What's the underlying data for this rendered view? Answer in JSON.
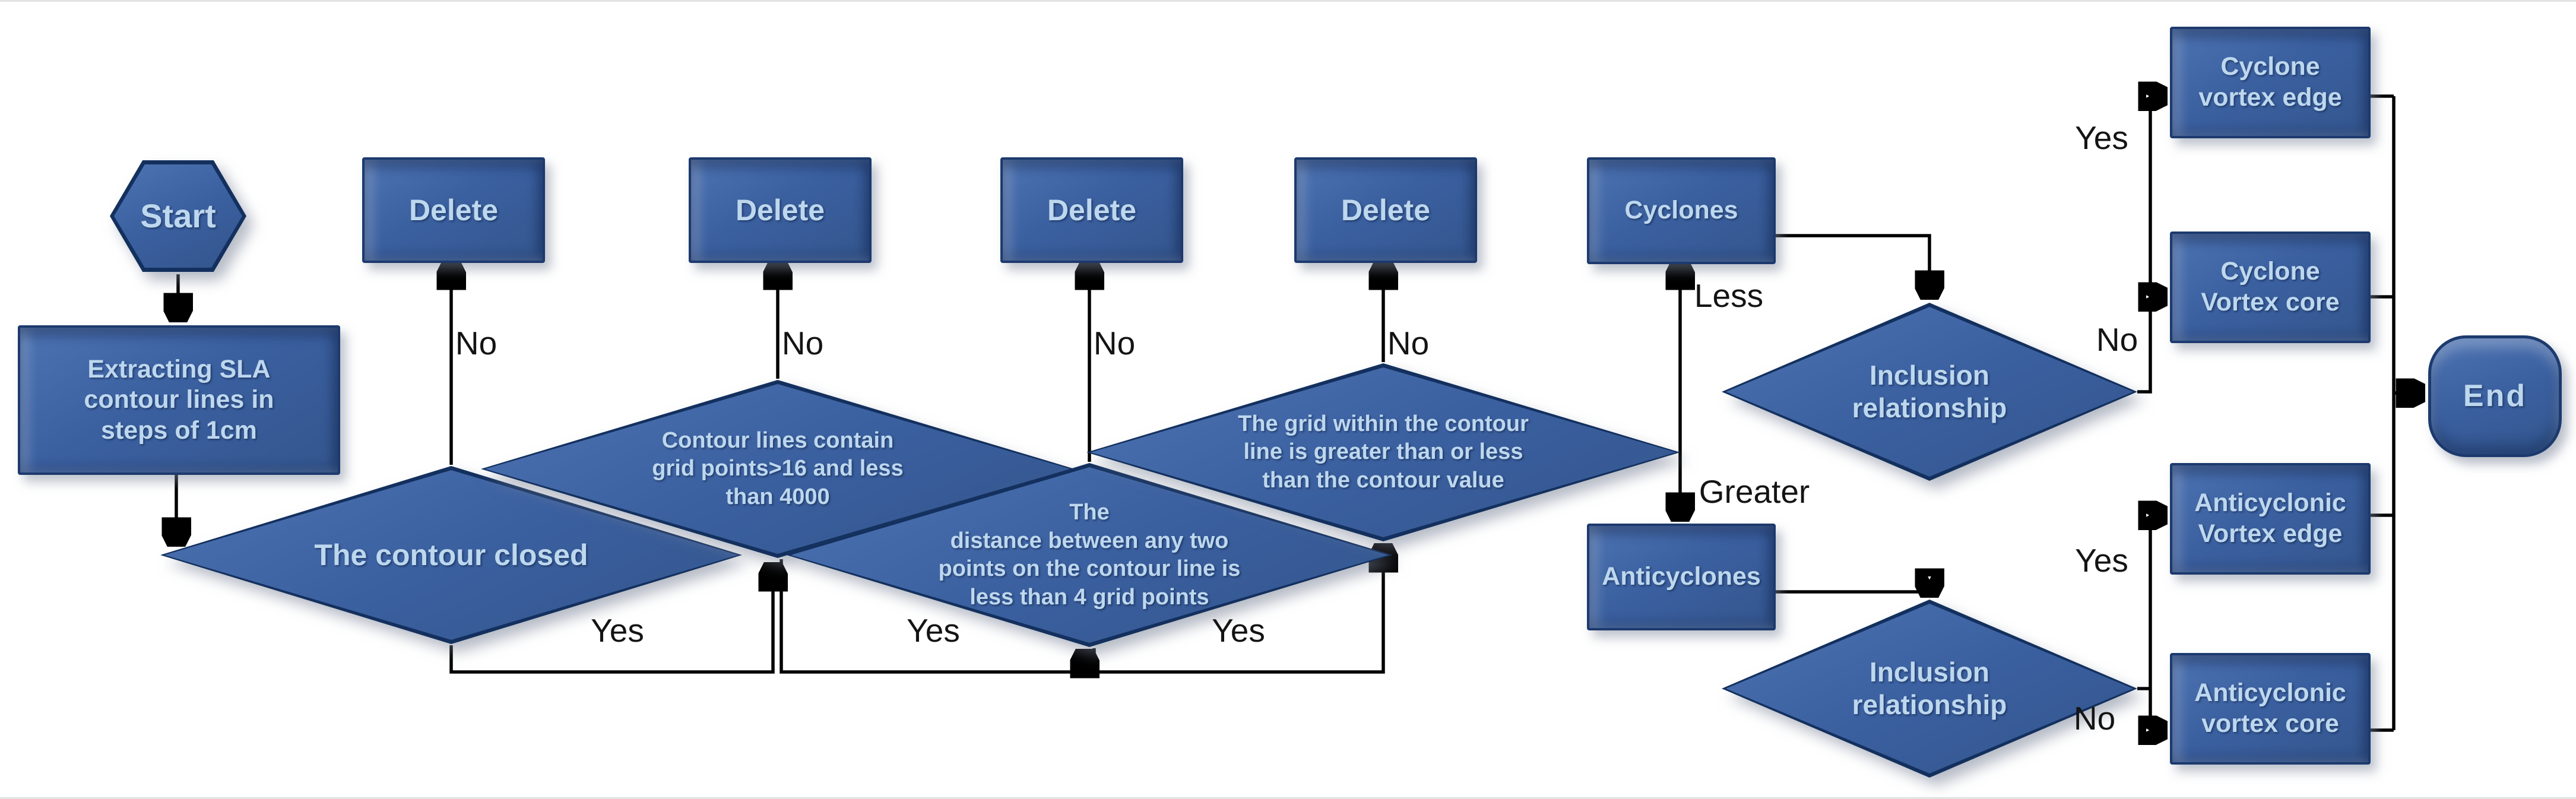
{
  "edge_labels": {
    "yes": "Yes",
    "no": "No",
    "less": "Less",
    "greater": "Greater"
  },
  "nodes": {
    "start": "Start",
    "extract": "Extracting SLA\ncontour lines in\nsteps of 1cm",
    "delete": "Delete",
    "contour_closed": "The contour closed",
    "grid_points": "Contour lines contain\ngrid points>16 and less\nthan 4000",
    "distance": "The\ndistance between any two\npoints on the contour line is\nless than 4 grid points",
    "grid_within": "The grid within the contour\nline is greater than or less\nthan the contour value",
    "cyclones": "Cyclones",
    "anticyclones": "Anticyclones",
    "inclusion": "Inclusion\nrelationship",
    "cyclone_vortex_edge": "Cyclone\nvortex edge",
    "cyclone_vortex_core": "Cyclone\nVortex core",
    "anticyclonic_vortex_edge": "Anticyclonic\nVortex edge",
    "anticyclonic_vortex_core": "Anticyclonic\nvortex core",
    "end": "End"
  },
  "colors": {
    "node_fill": "#3b60a0",
    "node_edge": "#1c3a6e",
    "node_text": "#bdd7ee",
    "connector": "#000000",
    "background": "#ffffff"
  }
}
